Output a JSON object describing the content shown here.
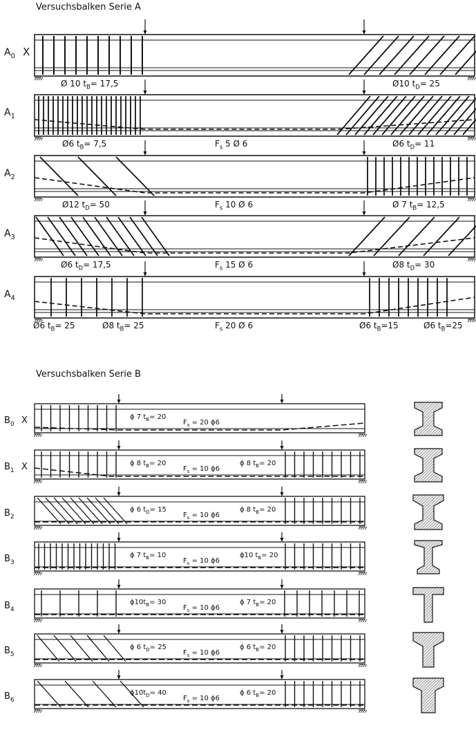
{
  "series_a": {
    "title": "Versuchsbalken  Serie A",
    "beams": [
      {
        "id": "A0",
        "label_main": "A",
        "label_sub": "0",
        "cross": "X",
        "left_text": "Ø 10  t",
        "left_sub": "B",
        "left_val": "= 17,5",
        "main_bar": "",
        "right_text": "Ø10  t",
        "right_sub": "D",
        "right_val": "= 25"
      },
      {
        "id": "A1",
        "label_main": "A",
        "label_sub": "1",
        "cross": "",
        "left_text": "Ø6  t",
        "left_sub": "B",
        "left_val": "= 7,5",
        "main_bar": "F",
        "main_sub": "s",
        "main_val": " 5 Ø 6",
        "right_text": "Ø6  t",
        "right_sub": "D",
        "right_val": "= 11"
      },
      {
        "id": "A2",
        "label_main": "A",
        "label_sub": "2",
        "cross": "",
        "left_text": "Ø12  t",
        "left_sub": "D",
        "left_val": "= 50",
        "main_bar": "F",
        "main_sub": "s",
        "main_val": " 10 Ø 6",
        "right_text": "Ø 7  t",
        "right_sub": "B",
        "right_val": "= 12,5"
      },
      {
        "id": "A3",
        "label_main": "A",
        "label_sub": "3",
        "cross": "",
        "left_text": "Ø6  t",
        "left_sub": "D",
        "left_val": "= 17,5",
        "main_bar": "F",
        "main_sub": "s",
        "main_val": " 15 Ø 6",
        "right_text": "Ø8  t",
        "right_sub": "D",
        "right_val": "= 30"
      },
      {
        "id": "A4",
        "label_main": "A",
        "label_sub": "4",
        "cross": "",
        "left_text": "Ø6 t",
        "left_sub": "B",
        "left_val": "= 25",
        "left2_text": "Ø8 t",
        "left2_sub": "B",
        "left2_val": "= 25",
        "main_bar": "F",
        "main_sub": "s",
        "main_val": " 20 Ø 6",
        "right_text": "Ø6 t",
        "right_sub": "B",
        "right_val": "=15",
        "right2_text": "Ø6 t",
        "right2_sub": "B",
        "right2_val": "=25"
      }
    ]
  },
  "series_b": {
    "title": "Versuchsbalken  Serie B",
    "beams": [
      {
        "id": "B0",
        "label_main": "B",
        "label_sub": "0",
        "cross": "X",
        "left_text": "ϕ 7 t",
        "left_sub": "B",
        "left_val": "= 20",
        "main_bar": "F",
        "main_sub": "s",
        "main_val": " = 20 ϕ6",
        "right_text": "",
        "right_sub": "",
        "right_val": "",
        "section": "I-slanted"
      },
      {
        "id": "B1",
        "label_main": "B",
        "label_sub": "1",
        "cross": "X",
        "left_text": "ϕ 8 t",
        "left_sub": "B",
        "left_val": "= 20",
        "main_bar": "F",
        "main_sub": "s",
        "main_val": " = 10 ϕ6",
        "right_text": "ϕ 8 t",
        "right_sub": "B",
        "right_val": "= 20",
        "section": "I-slanted"
      },
      {
        "id": "B2",
        "label_main": "B",
        "label_sub": "2",
        "cross": "",
        "left_text": "ϕ 6 t",
        "left_sub": "D",
        "left_val": "= 15",
        "main_bar": "F",
        "main_sub": "s",
        "main_val": " = 10 ϕ6",
        "right_text": "ϕ 8 t",
        "right_sub": "B",
        "right_val": "= 20",
        "section": "I-wide"
      },
      {
        "id": "B3",
        "label_main": "B",
        "label_sub": "3",
        "cross": "",
        "left_text": "ϕ 7 t",
        "left_sub": "B",
        "left_val": "= 10",
        "main_bar": "F",
        "main_sub": "s",
        "main_val": " = 10 ϕ6",
        "right_text": "ϕ10 t",
        "right_sub": "B",
        "right_val": "= 20",
        "section": "I-thin"
      },
      {
        "id": "B4",
        "label_main": "B",
        "label_sub": "4",
        "cross": "",
        "left_text": "ϕ10t",
        "left_sub": "B",
        "left_val": "= 30",
        "main_bar": "F",
        "main_sub": "s",
        "main_val": " = 10 ϕ6",
        "right_text": "ϕ 7 t",
        "right_sub": "B",
        "right_val": "= 20",
        "section": "T"
      },
      {
        "id": "B5",
        "label_main": "B",
        "label_sub": "5",
        "cross": "",
        "left_text": "ϕ 6 t",
        "left_sub": "D",
        "left_val": "= 25",
        "main_bar": "F",
        "main_sub": "s",
        "main_val": " = 10 ϕ6",
        "right_text": "ϕ 6 t",
        "right_sub": "B",
        "right_val": "= 20",
        "section": "T-haunch"
      },
      {
        "id": "B6",
        "label_main": "B",
        "label_sub": "6",
        "cross": "",
        "left_text": "ϕ10t",
        "left_sub": "D",
        "left_val": "= 40",
        "main_bar": "F",
        "main_sub": "s",
        "main_val": " = 10 ϕ6",
        "right_text": "ϕ 6 t",
        "right_sub": "B",
        "right_val": "= 20",
        "section": "T-wide"
      }
    ]
  }
}
